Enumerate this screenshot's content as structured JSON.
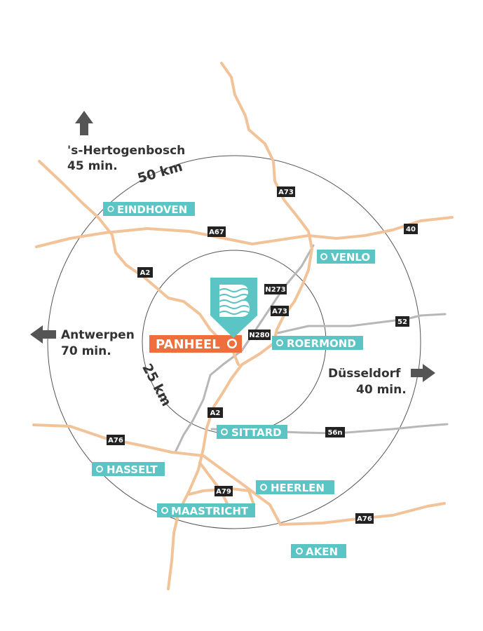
{
  "colors": {
    "road": "#f2c398",
    "road_secondary": "#b7b7b7",
    "city_tag": "#5bc4c4",
    "home_tag": "#ee6f3b",
    "shield": "#222222",
    "arrow": "#555555",
    "logo": "#5bc4c4"
  },
  "logo": {
    "icon": "letter-b-water-waves-icon"
  },
  "rings": {
    "inner_label": "25 km",
    "outer_label": "50 km"
  },
  "home": {
    "name": "PANHEEL"
  },
  "cities": [
    {
      "id": "eindhoven",
      "name": "EINDHOVEN"
    },
    {
      "id": "venlo",
      "name": "VENLO"
    },
    {
      "id": "roermond",
      "name": "ROERMOND"
    },
    {
      "id": "sittard",
      "name": "SITTARD"
    },
    {
      "id": "hasselt",
      "name": "HASSELT"
    },
    {
      "id": "heerlen",
      "name": "HEERLEN"
    },
    {
      "id": "maastricht",
      "name": "MAASTRICHT"
    },
    {
      "id": "aken",
      "name": "AKEN"
    }
  ],
  "road_shields": [
    {
      "id": "a73-north",
      "label": "A73"
    },
    {
      "id": "a67",
      "label": "A67"
    },
    {
      "id": "40",
      "label": "40"
    },
    {
      "id": "a2-north",
      "label": "A2"
    },
    {
      "id": "n273",
      "label": "N273"
    },
    {
      "id": "a73-south",
      "label": "A73"
    },
    {
      "id": "n280",
      "label": "N280"
    },
    {
      "id": "52",
      "label": "52"
    },
    {
      "id": "a2-south",
      "label": "A2"
    },
    {
      "id": "56n",
      "label": "56n"
    },
    {
      "id": "a76-west",
      "label": "A76"
    },
    {
      "id": "a79",
      "label": "A79"
    },
    {
      "id": "a76-east",
      "label": "A76"
    }
  ],
  "directions": [
    {
      "id": "s-hertogenbosch",
      "city": "'s-Hertogenbosch",
      "time": "45 min.",
      "arrow_icon": "arrow-up-icon"
    },
    {
      "id": "antwerpen",
      "city": "Antwerpen",
      "time": "70 min.",
      "arrow_icon": "arrow-left-icon"
    },
    {
      "id": "dusseldorf",
      "city": "Düsseldorf",
      "time": "40 min.",
      "arrow_icon": "arrow-right-icon"
    }
  ]
}
